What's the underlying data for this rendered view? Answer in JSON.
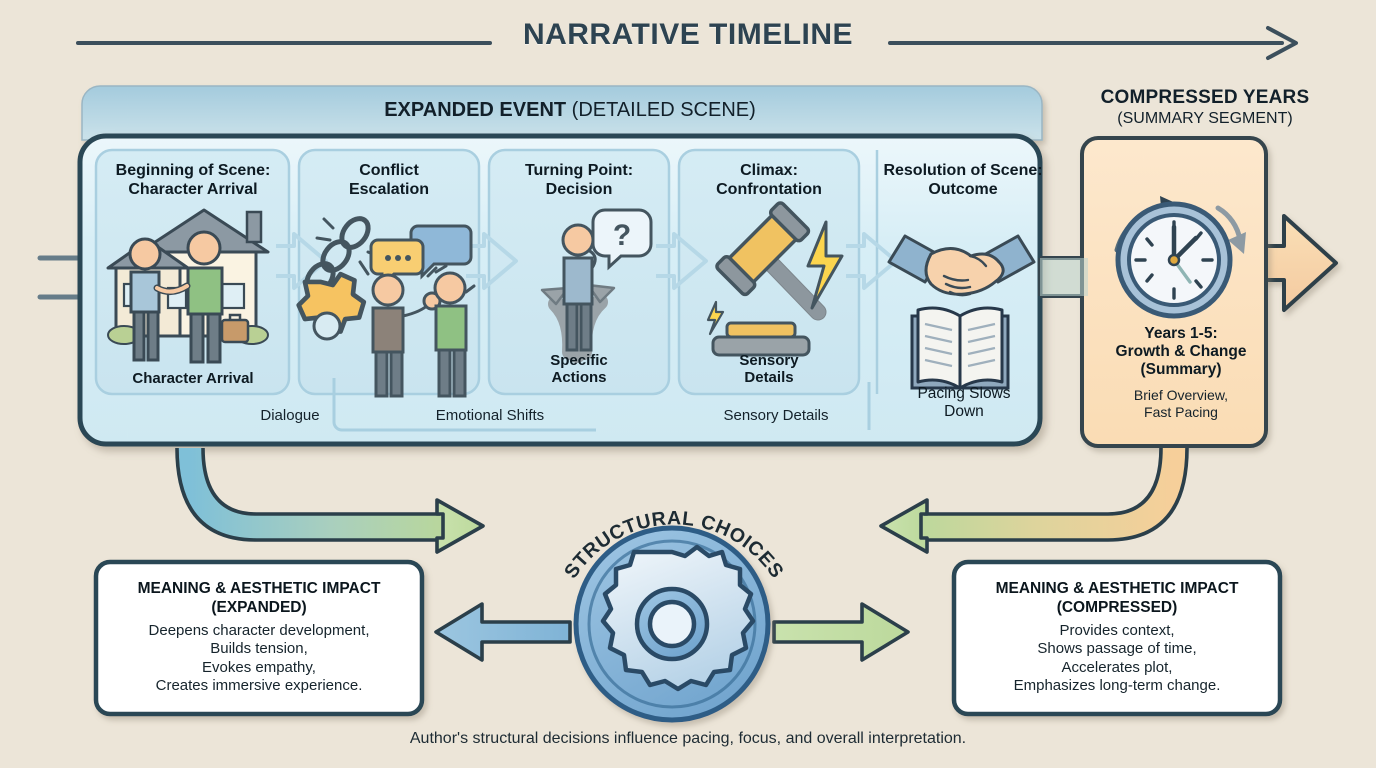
{
  "title": "NARRATIVE TIMELINE",
  "expanded": {
    "header_bold": "EXPANDED EVENT",
    "header_rest": " (DETAILED SCENE)",
    "panels": [
      {
        "title": "Beginning of Scene:\nCharacter Arrival",
        "caption": "Character Arrival",
        "caption_bold": true,
        "icon": "house-handshake-icon"
      },
      {
        "title": "Conflict\nEscalation",
        "caption": "",
        "caption_bold": true,
        "icon": "broken-chain-gear-argument-icon"
      },
      {
        "title": "Turning Point:\nDecision",
        "caption": "Specific\nActions",
        "caption_bold": true,
        "icon": "crossroads-question-icon"
      },
      {
        "title": "Climax:\nConfrontation",
        "caption": "Sensory\nDetails",
        "caption_bold": true,
        "icon": "gavel-lightning-icon"
      },
      {
        "title": "Resolution of Scene:\nOutcome",
        "caption": "Pacing Slows\nDown",
        "caption_bold": false,
        "icon": "handshake-open-book-icon"
      }
    ],
    "rail_labels": [
      "Dialogue",
      "Emotional Shifts",
      "Sensory Details"
    ]
  },
  "compressed": {
    "title": "COMPRESSED YEARS",
    "subtitle": "(SUMMARY SEGMENT)",
    "card_title": "Years 1-5:\nGrowth & Change\n(Summary)",
    "card_sub": "Brief Overview,\nFast Pacing",
    "icon": "clock-cycle-icon"
  },
  "hub": {
    "label": "STRUCTURAL CHOICES",
    "icon": "gear-icon"
  },
  "impact_left": {
    "head": "MEANING & AESTHETIC IMPACT\n(EXPANDED)",
    "body": "Deepens character development,\nBuilds tension,\nEvokes empathy,\nCreates immersive experience."
  },
  "impact_right": {
    "head": "MEANING & AESTHETIC IMPACT\n(COMPRESSED)",
    "body": "Provides context,\nShows passage of time,\nAccelerates plot,\nEmphasizes long-term change."
  },
  "footer": "Author's structural decisions influence pacing, focus, and overall interpretation.",
  "colors": {
    "background": "#ece5d8",
    "ink": "#2d4351",
    "expanded_header_from": "#a6cddf",
    "expanded_header_to": "#c9e1ea",
    "expanded_body": "#d9edf5",
    "panel_fill": "#cfe8f1",
    "compressed_fill": "#fbe2c2",
    "compressed_stroke": "#3a4a52",
    "arrow_green": "#bcd89a",
    "arrow_blue": "#8fbfdc",
    "arrow_orange": "#f3cd98",
    "hub_disc": "#7eaed6"
  }
}
